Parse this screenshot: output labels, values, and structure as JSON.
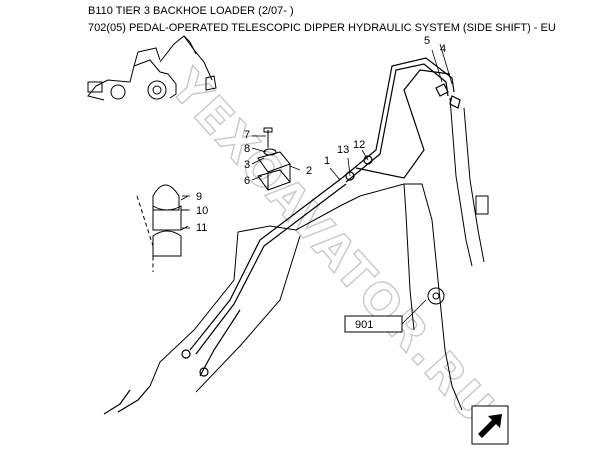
{
  "header": {
    "title": "B110 TIER 3 BACKHOE LOADER (2/07- )",
    "subtitle": "702(05) PEDAL-OPERATED TELESCOPIC DIPPER HYDRAULIC SYSTEM (SIDE SHIFT) - EU"
  },
  "callouts": {
    "c1": "1",
    "c2": "2",
    "c3": "3",
    "c4": "4",
    "c5": "5",
    "c6": "6",
    "c7": "7",
    "c8": "8",
    "c9": "9",
    "c10": "10",
    "c11": "11",
    "c12": "12",
    "c13": "13",
    "c901": "901"
  },
  "watermark": {
    "text": "YEXOAVATOR.RU",
    "logo_icon": "hydraulic-flow-arrow-icon"
  },
  "colors": {
    "line": "#000000",
    "watermark": "#c9c9c9",
    "background": "#ffffff"
  }
}
